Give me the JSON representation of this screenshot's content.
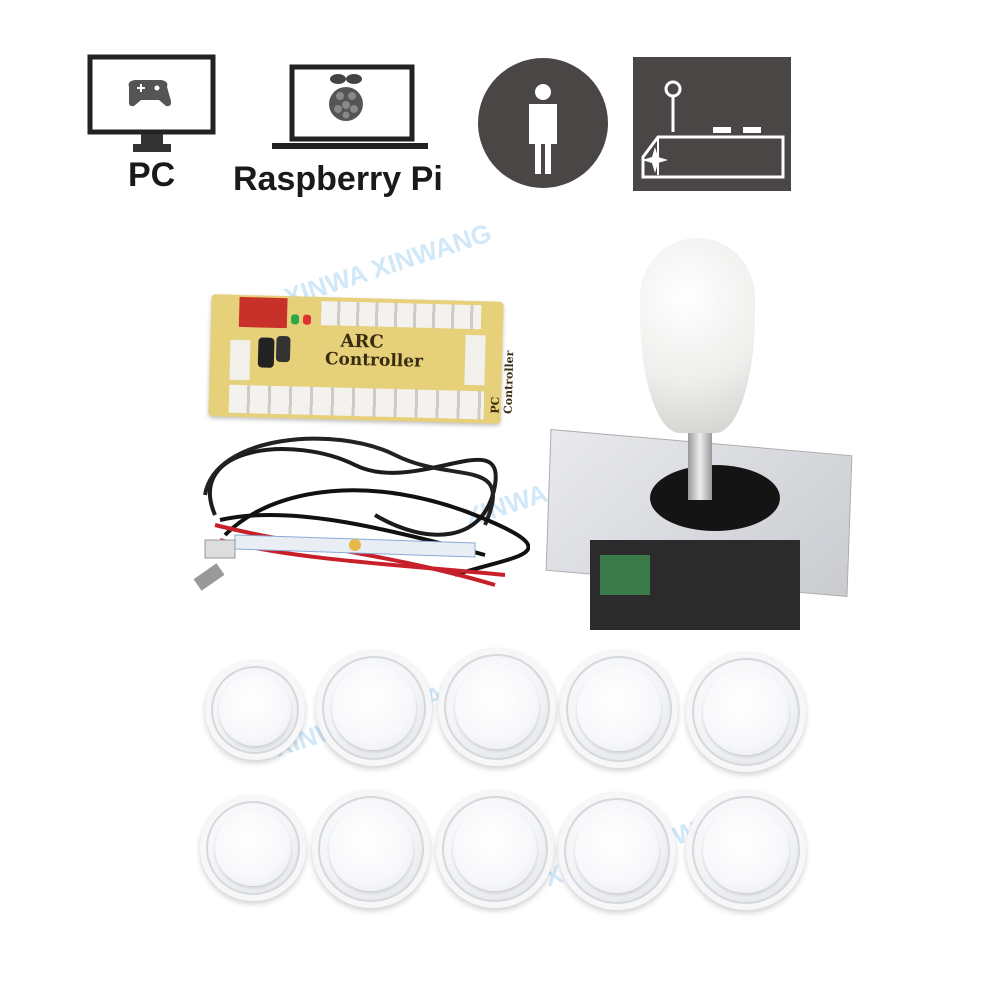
{
  "icons": {
    "pc": {
      "label": "PC",
      "icon": "monitor-gamepad-icon"
    },
    "raspberry_pi": {
      "label": "Raspberry Pi",
      "icon": "laptop-raspberry-icon"
    },
    "player": {
      "icon": "single-player-icon"
    },
    "arcade": {
      "icon": "arcade-stick-icon"
    }
  },
  "pcb": {
    "title_line1": "ARC",
    "title_line2": "Controller",
    "side_text": "PC Controller"
  },
  "watermark": "XINWA XINWANG",
  "buttons": {
    "rows": 2,
    "per_row": 5,
    "color": "#ffffff"
  },
  "colors": {
    "icon_dark": "#4a4646",
    "pcb": "#e6d07a",
    "joystick_ball": "#f2f2f0",
    "plate": "#d9dade"
  }
}
